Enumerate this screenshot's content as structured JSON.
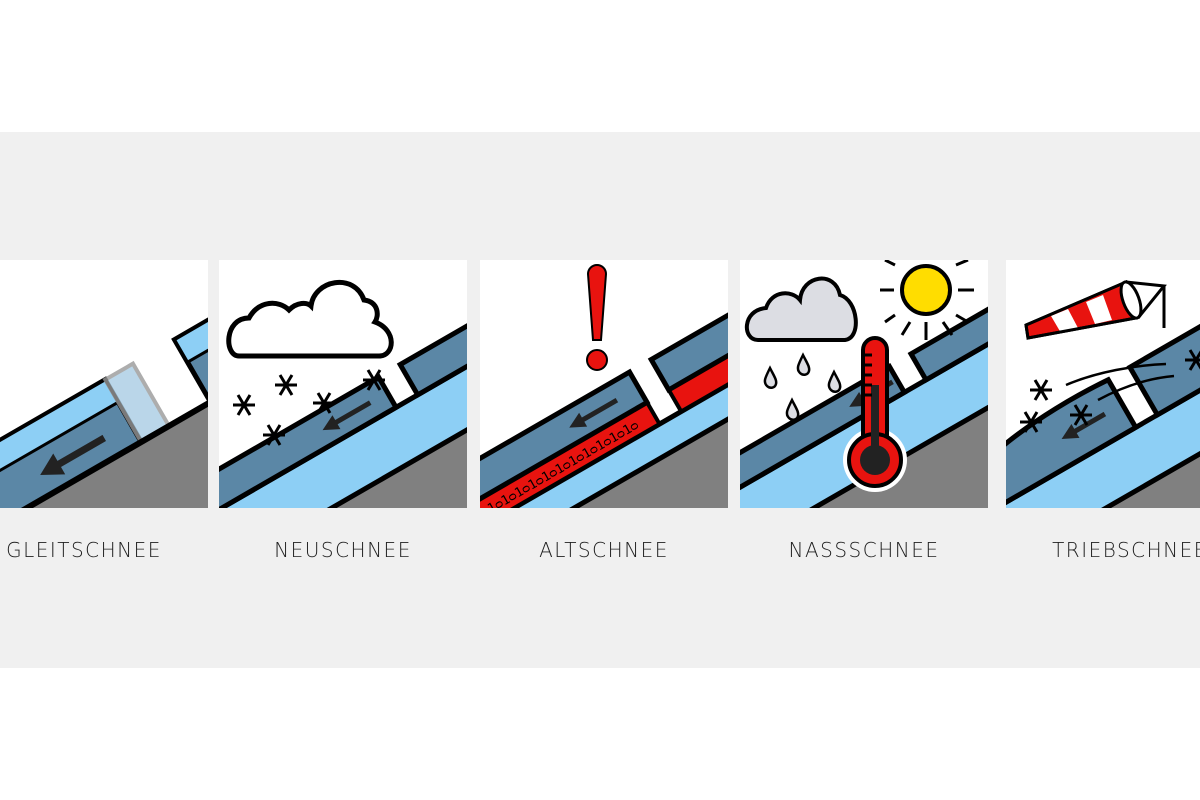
{
  "colors": {
    "background": "#f0f0f0",
    "snow_light": "#8dcff5",
    "snow_dark": "#5b87a6",
    "ground": "#808080",
    "accent_red": "#e8130f",
    "sun": "#ffdd00"
  },
  "problems": [
    {
      "label": "GLEITSCHNEE",
      "icon": "glide-snow-icon"
    },
    {
      "label": "NEUSCHNEE",
      "icon": "new-snow-icon"
    },
    {
      "label": "ALTSCHNEE",
      "icon": "persistent-weak-layer-icon"
    },
    {
      "label": "NASSSCHNEE",
      "icon": "wet-snow-icon"
    },
    {
      "label": "TRIEBSCHNEE",
      "icon": "wind-slab-icon"
    }
  ]
}
